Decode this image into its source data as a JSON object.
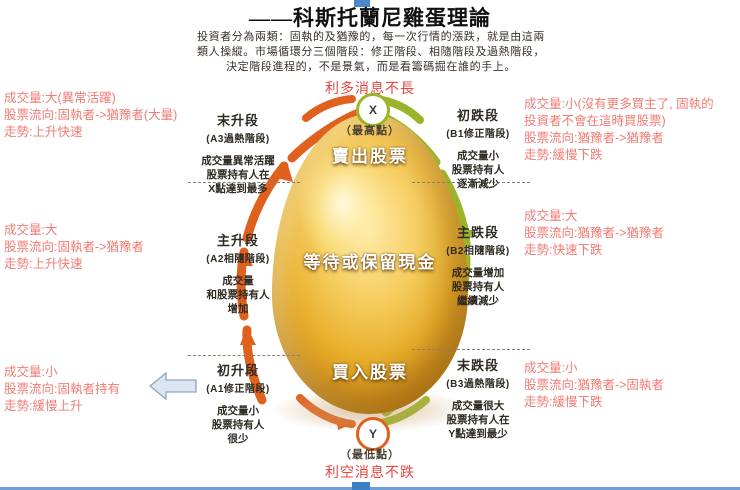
{
  "header": {
    "title": "——科斯托蘭尼雞蛋理論",
    "intro_lines": [
      "投資者分為兩類：固執的及猶豫的，每一次行情的漲跌，就是由這兩",
      "類人操縱。市場循環分三個階段：修正階段、相隨階段及過熱階段，",
      "決定階段進程的，不是景氣，而是看籌碼掘在誰的手上。"
    ],
    "good_news": "利多消息不長",
    "bad_news": "利空消息不跌"
  },
  "egg": {
    "sell": "賣出股票",
    "hold": "等待或保留現金",
    "buy": "買入股票",
    "top_node": {
      "mark": "X",
      "label": "（最高點）",
      "color": "#9ab527"
    },
    "bottom_node": {
      "mark": "Y",
      "label": "（最低點）",
      "color": "#e0611d"
    }
  },
  "stages": {
    "a3": {
      "name": "末升段",
      "sub": "(A3過熱階段)",
      "desc": "成交量異常活躍\n股票持有人在\nX點達到最多"
    },
    "a2": {
      "name": "主升段",
      "sub": "(A2相隨階段)",
      "desc": "成交量\n和股票持有人\n增加"
    },
    "a1": {
      "name": "初升段",
      "sub": "(A1修正階段)",
      "desc": "成交量小\n股票持有人\n很少"
    },
    "b1": {
      "name": "初跌段",
      "sub": "(B1修正階段)",
      "desc": "成交量小\n股票持有人\n逐漸減少"
    },
    "b2": {
      "name": "主跌段",
      "sub": "(B2相隨階段)",
      "desc": "成交量增加\n股票持有人\n繼續減少"
    },
    "b3": {
      "name": "末跌段",
      "sub": "(B3過熱階段)",
      "desc": "成交量很大\n股票持有人在\nY點達到最少"
    }
  },
  "left_notes": [
    {
      "volume": "成交量:大(異常活躍)",
      "flow": "股票流向:固執者->猶豫者(大量)",
      "trend": "走勢:上升快速"
    },
    {
      "volume": "成交量:大",
      "flow": "股票流向:固執者->猶豫者",
      "trend": "走勢:上升快速"
    },
    {
      "volume": "成交量:小",
      "flow": "股票流向:固執者持有",
      "trend": "走勢:緩慢上升"
    }
  ],
  "right_notes": [
    {
      "volume": "成交量:小(沒有更多買主了, 固執的",
      "volume2": "投資者不會在這時買股票)",
      "flow": "股票流向:猶豫者->猶豫者",
      "trend": "走勢:緩慢下跌"
    },
    {
      "volume": "成交量:大",
      "flow": "股票流向:猶豫者->猶豫者",
      "trend": "走勢:快速下跌"
    },
    {
      "volume": "成交量:小",
      "flow": "股票流向:猶豫者->固執者",
      "trend": "走勢:緩慢下跌"
    }
  ],
  "colors": {
    "red_text": "#f07b74",
    "accent_red": "#e8473f",
    "arc_up": "#e0611d",
    "arc_down": "#9ab527",
    "egg_gold": "#e8ae2b"
  }
}
